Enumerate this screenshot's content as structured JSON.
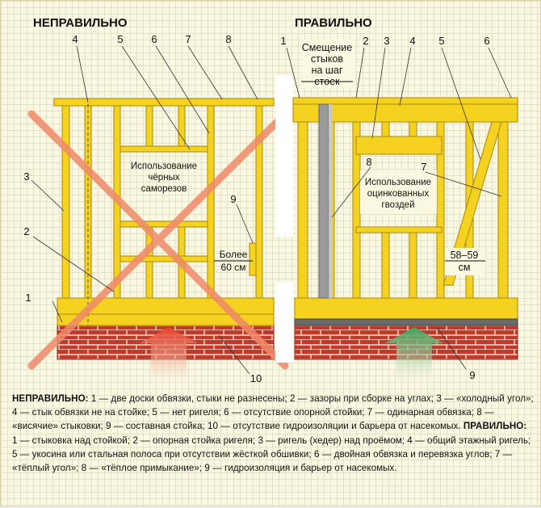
{
  "headings": {
    "wrong": "НЕПРАВИЛЬНО",
    "right": "ПРАВИЛЬНО"
  },
  "left_callouts": [
    "1",
    "2",
    "3",
    "4",
    "5",
    "6",
    "7",
    "8",
    "9",
    "10"
  ],
  "right_callouts": [
    "1",
    "2",
    "3",
    "4",
    "5",
    "6",
    "7",
    "8",
    "9"
  ],
  "left_notes": {
    "screws_line1": "Использование",
    "screws_line2": "чёрных",
    "screws_line3": "саморезов",
    "spacing_line1": "Более",
    "spacing_line2": "60 см"
  },
  "right_notes": {
    "offset_line1": "Смещение",
    "offset_line2": "стыков",
    "offset_line3": "на шаг",
    "offset_line4": "стоек",
    "nails_line1": "Использование",
    "nails_line2": "оцинкованных",
    "nails_line3": "гвоздей",
    "spacing_line1": "58–59",
    "spacing_line2": "см"
  },
  "colors": {
    "timber": "#f5d21f",
    "timber_edge": "#a88a10",
    "brick": "#c0392b",
    "wrong_mark": "#f08a6a",
    "heat_arrow": "#e5402a",
    "warm_arrow": "#3aa55a"
  },
  "legend": {
    "wrong_label": "НЕПРАВИЛЬНО:",
    "wrong_text": "1 — две доски обвязки, стыки не разнесены; 2 — зазоры при сборке на  углах; 3 — «холодный угол»; 4 — стык обвязки не на стойке; 5 — нет ригеля; 6 — отсутствие опорной стойки; 7 — одинарная обвязка; 8 — «висячие» стыковки; 9 — составная стойка; 10 — отсутствие гидроизоляции и барьера от насекомых.",
    "right_label": "ПРАВИЛЬНО:",
    "right_text": "1 — стыковка над стойкой; 2 — опорная стойка ригеля; 3 — ригель (хедер) над проёмом; 4 — общий этажный ригель; 5 — укосина или стальная полоса при отсутствии жёсткой обшивки; 6 — двойная обвязка и перевязка углов; 7 — «тёплый угол»; 8 — «тёплое примыкание»; 9 — гидроизоляция и барьер от насекомых."
  }
}
